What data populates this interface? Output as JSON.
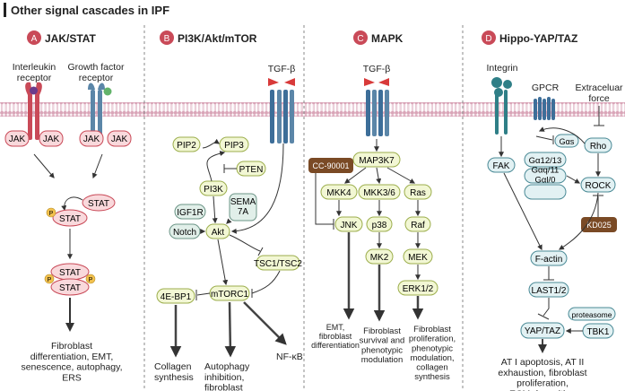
{
  "title": "Other signal cascades in IPF",
  "colors": {
    "accent_red": "#c94a58",
    "lipid_pink": "#d9a5b8",
    "node_pink_fill": "#f9d9dc",
    "node_pink_stroke": "#c94a58",
    "node_yellow_fill": "#f2f7d4",
    "node_yellow_stroke": "#9cae4c",
    "node_green_fill": "#e1efe9",
    "node_green_stroke": "#6b9486",
    "node_teal_fill": "#e2f1f3",
    "node_teal_stroke": "#4a8a96",
    "inhibitor_fill": "#7a4a25",
    "phospho": "#f2c14e"
  },
  "panels": {
    "A": {
      "letter": "A",
      "label": "JAK/STAT",
      "interleukin_receptor": "Interleukin\nreceptor",
      "growth_factor_receptor": "Growth factor\nreceptor",
      "jak": "JAK",
      "stat": "STAT",
      "p": "P",
      "outcome": "Fibroblast\ndifferentiation, EMT,\nsenescence, autophagy,\nERS"
    },
    "B": {
      "letter": "B",
      "label": "PI3K/Akt/mTOR",
      "tgfb": "TGF-β",
      "pip2": "PIP2",
      "pip3": "PIP3",
      "pten": "PTEN",
      "pi3k": "PI3K",
      "sema7a": "SEMA\n7A",
      "igf1r": "IGF1R",
      "notch": "Notch",
      "akt": "Akt",
      "tsc": "TSC1/TSC2",
      "mtorc1": "mTORC1",
      "ebp1": "4E-BP1",
      "out_collagen": "Collagen\nsynthesis",
      "out_autophagy": "Autophagy\ninhibition,\nfibroblast\nproliferation",
      "out_nfkb": "NF-κB"
    },
    "C": {
      "letter": "C",
      "label": "MAPK",
      "tgfb": "TGF-β",
      "map3k7": "MAP3K7",
      "inhibitor": "CC-90001",
      "mkk4": "MKK4",
      "mkk36": "MKK3/6",
      "ras": "Ras",
      "jnk": "JNK",
      "p38": "p38",
      "raf": "Raf",
      "mk2": "MK2",
      "mek": "MEK",
      "erk": "ERK1/2",
      "out_emt": "EMT,\nfibroblast\ndifferentiation",
      "out_survival": "Fibroblast\nsurvival and\nphenotypic\nmodulation",
      "out_prolif": "Fibroblast\nproliferation,\nphenotypic\nmodulation,\ncollagen\nsynthesis"
    },
    "D": {
      "letter": "D",
      "label": "Hippo-YAP/TAZ",
      "integrin": "Integrin",
      "gpcr": "GPCR",
      "extracellular": "Extraceluar\nforce",
      "gas": "Gαs",
      "rho": "Rho",
      "fak": "FAK",
      "g_group": "Gα12/13\nGαq/11\nGαl/0",
      "rock": "ROCK",
      "inhibitor": "KD025",
      "factin": "F-actin",
      "last": "LAST1/2",
      "proteasome": "proteasome",
      "yaptaz": "YAP/TAZ",
      "tbk1": "TBK1",
      "outcome": "AT I apoptosis, AT II\nexhaustion, fibroblast\nproliferation,\nECM deposition"
    }
  }
}
